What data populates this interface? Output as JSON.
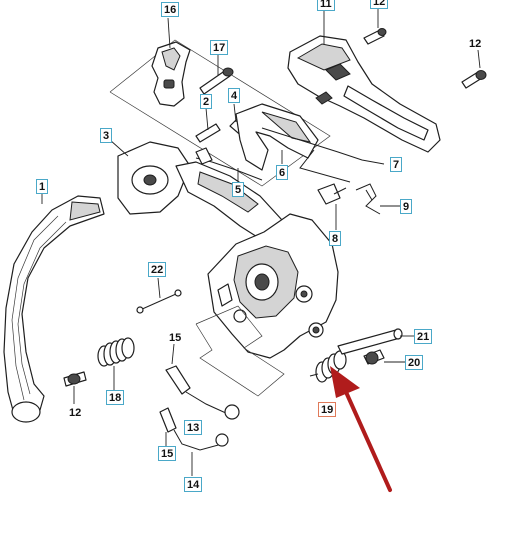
{
  "diagram": {
    "callouts": [
      {
        "id": "c1",
        "text": "1",
        "style": "boxed"
      },
      {
        "id": "c2",
        "text": "2",
        "style": "boxed"
      },
      {
        "id": "c3",
        "text": "3",
        "style": "boxed"
      },
      {
        "id": "c4",
        "text": "4",
        "style": "boxed"
      },
      {
        "id": "c5",
        "text": "5",
        "style": "boxed"
      },
      {
        "id": "c6",
        "text": "6",
        "style": "boxed"
      },
      {
        "id": "c7",
        "text": "7",
        "style": "boxed"
      },
      {
        "id": "c8",
        "text": "8",
        "style": "boxed"
      },
      {
        "id": "c9",
        "text": "9",
        "style": "boxed"
      },
      {
        "id": "c10",
        "text": "11",
        "style": "boxed"
      },
      {
        "id": "c11",
        "text": "12",
        "style": "boxed"
      },
      {
        "id": "c12",
        "text": "12",
        "style": "plain"
      },
      {
        "id": "c13",
        "text": "12",
        "style": "plain"
      },
      {
        "id": "c14",
        "text": "13",
        "style": "boxed"
      },
      {
        "id": "c15",
        "text": "14",
        "style": "boxed"
      },
      {
        "id": "c16",
        "text": "15",
        "style": "plain"
      },
      {
        "id": "c17",
        "text": "15",
        "style": "boxed"
      },
      {
        "id": "c18",
        "text": "16",
        "style": "boxed"
      },
      {
        "id": "c19",
        "text": "17",
        "style": "boxed"
      },
      {
        "id": "c20",
        "text": "18",
        "style": "boxed"
      },
      {
        "id": "c21",
        "text": "19",
        "style": "highlight"
      },
      {
        "id": "c22",
        "text": "20",
        "style": "boxed"
      },
      {
        "id": "c23",
        "text": "21",
        "style": "boxed"
      },
      {
        "id": "c24",
        "text": "22",
        "style": "boxed"
      }
    ],
    "arrow_color": "#b01c1c",
    "callout_border_color": "#4aa8c8",
    "highlight_border_color": "#e07a5a"
  }
}
